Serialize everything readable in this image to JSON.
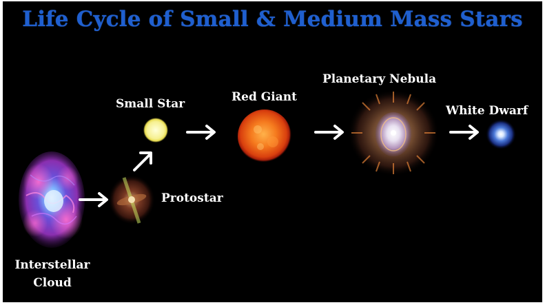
{
  "title": "Life Cycle of Small & Medium Mass Stars",
  "stages": {
    "interstellar_cloud": {
      "label_line1": "Interstellar",
      "label_line2": "Cloud"
    },
    "protostar": {
      "label": "Protostar"
    },
    "small_star": {
      "label": "Small Star"
    },
    "red_giant": {
      "label": "Red Giant"
    },
    "planetary_nebula": {
      "label": "Planetary Nebula"
    },
    "white_dwarf": {
      "label": "White Dwarf"
    }
  },
  "colors": {
    "background": "#000000",
    "title": "#1f5fcf",
    "label": "#ffffff",
    "arrow": "#ffffff"
  }
}
